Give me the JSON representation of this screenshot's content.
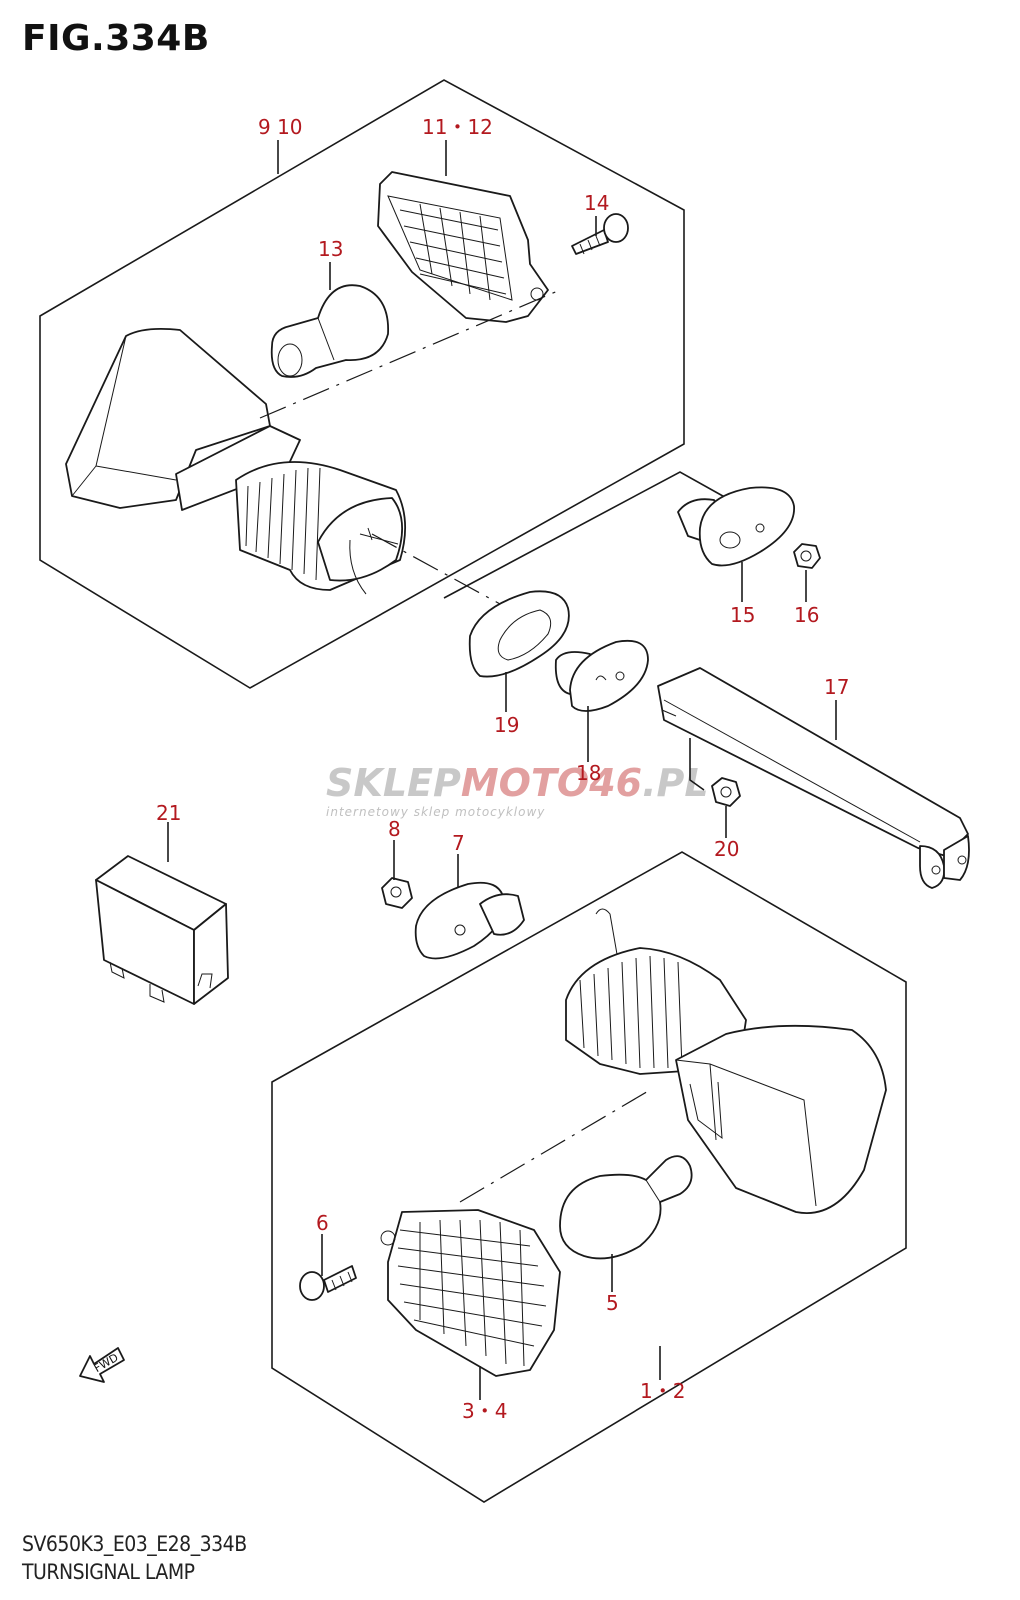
{
  "figure": {
    "title": "FIG.334B",
    "model_code": "SV650K3_E03_E28_334B",
    "name": "TURNSIGNAL LAMP"
  },
  "callouts": {
    "c1_2": "1・2",
    "c3_4": "3・4",
    "c5": "5",
    "c6": "6",
    "c7": "7",
    "c8": "8",
    "c9_10": "9 10",
    "c11_12": "11・12",
    "c13": "13",
    "c14": "14",
    "c15": "15",
    "c16": "16",
    "c17": "17",
    "c18": "18",
    "c19": "19",
    "c20": "20",
    "c21": "21"
  },
  "watermark": {
    "brand_a": "SKLEP",
    "brand_b": "MOTO",
    "brand_c": "46",
    "brand_d": ".PL",
    "tagline": "internetowy sklep motocyklowy"
  },
  "fwd_label": "FWD",
  "colors": {
    "callout": "#b3191f",
    "line": "#1a1a1a",
    "watermark": "#c8c8c8"
  }
}
